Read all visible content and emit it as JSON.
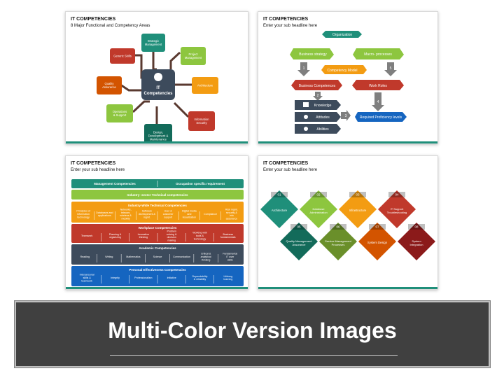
{
  "slide1": {
    "title": "IT COMPETENCIES",
    "subtitle": "8 Major Functional and Competency Areas",
    "center_line1": "IT",
    "center_line2": "Competencies",
    "nodes": [
      {
        "line1": "Generic Skills",
        "line2": "",
        "line3": "",
        "color": "#c0392b"
      },
      {
        "line1": "Strategic",
        "line2": "Management",
        "line3": "",
        "color": "#1f8f7a"
      },
      {
        "line1": "Project",
        "line2": "Management",
        "line3": "",
        "color": "#8dc63f"
      },
      {
        "line1": "Architecture",
        "line2": "",
        "line3": "",
        "color": "#f39c12"
      },
      {
        "line1": "Information",
        "line2": "Security",
        "line3": "",
        "color": "#c0392b"
      },
      {
        "line1": "Design,",
        "line2": "Development &",
        "line3": "Maintenance",
        "color": "#136b5a"
      },
      {
        "line1": "Operations",
        "line2": "& Support",
        "line3": "",
        "color": "#8dc63f"
      },
      {
        "line1": "Quality",
        "line2": "Assurance",
        "line3": "",
        "color": "#d35400"
      }
    ]
  },
  "slide2": {
    "title": "IT COMPETENCIES",
    "subtitle": "Enter your sub headline here",
    "organization": "Organization",
    "business_strategy": "Business strategy",
    "macro_processes": "Macro- processes",
    "competency_model": "Competency Model",
    "business_competences": "Business Competences",
    "work_roles": "Work Roles",
    "knowledge": "Knowledge",
    "attitudes": "Attitudes",
    "abilities": "Abilities",
    "required_proficiency": "Required Proficiency levels",
    "steps": [
      "1",
      "2",
      "3",
      "4",
      "5"
    ]
  },
  "slide3": {
    "title": "IT COMPETENCIES",
    "subtitle": "Enter your sub headline here",
    "row1_left": "Management Competencies",
    "row1_right": "Occupation specific requirement",
    "row2": "Industry- sector Technical competencies",
    "row3_title": "Industry-Wide Technical Competencies",
    "row3_items": [
      "Principles of information technology",
      "Databases and applications",
      "Networks, telecom, wireless & mobility",
      "Software development & mgmt.",
      "User & customer support",
      "Digital media and visualization",
      "Compliance",
      "Risk mgmt. security & info assurance"
    ],
    "row4_title": "Workplace Competencies",
    "row4_items": [
      "Teamwork",
      "Planning & organizing",
      "Innovative thinking",
      "Problem solving & decision making",
      "Working with tools & technology",
      "Business fundamentals"
    ],
    "row5_title": "Academic Competencies",
    "row5_items": [
      "Reading",
      "Writing",
      "Mathematics",
      "Science",
      "Communication",
      "Critical & analytical thinking",
      "Fundamental IT user skills"
    ],
    "row6_title": "Personal Effectiveness Competencies",
    "row6_items": [
      "Interpersonal skills & teamwork",
      "Integrity",
      "Professionalism",
      "Initiative",
      "Dependability & reliability",
      "Lifelong learning"
    ]
  },
  "slide4": {
    "title": "IT COMPETENCIES",
    "subtitle": "Enter your sub headline here",
    "diamonds": [
      {
        "num": "01",
        "line1": "Architecture",
        "line2": "",
        "color": "#1f8f7a"
      },
      {
        "num": "02",
        "line1": "Database",
        "line2": "Administration",
        "color": "#8dc63f"
      },
      {
        "num": "03",
        "line1": "Infrastructure",
        "line2": "",
        "color": "#f39c12"
      },
      {
        "num": "04",
        "line1": "IT Support",
        "line2": "Troubleshooting",
        "color": "#c0392b"
      },
      {
        "num": "05",
        "line1": "Quality Management",
        "line2": "Assurance",
        "color": "#136b5a"
      },
      {
        "num": "06",
        "line1": "Service Management",
        "line2": "Processes",
        "color": "#6a8f2a"
      },
      {
        "num": "07",
        "line1": "System Design",
        "line2": "",
        "color": "#d35400"
      },
      {
        "num": "08",
        "line1": "System",
        "line2": "Integration",
        "color": "#8b1a1a"
      }
    ]
  },
  "banner": {
    "title": "Multi-Color Version Images"
  }
}
